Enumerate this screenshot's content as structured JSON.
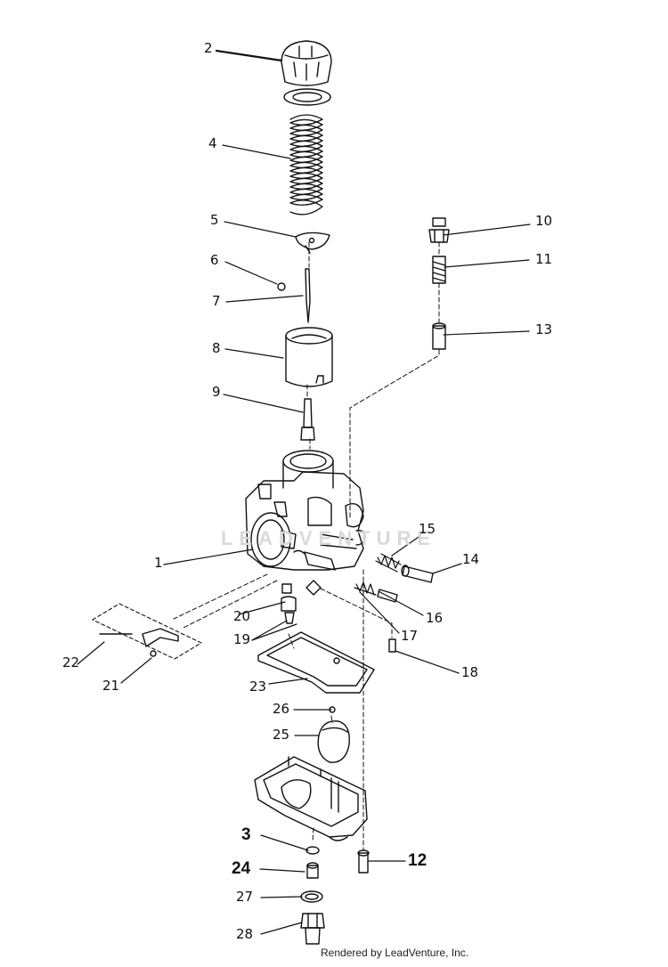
{
  "diagram": {
    "watermark": "LEADVENTURE",
    "footer": "Rendered by LeadVenture, Inc.",
    "callouts": [
      {
        "id": "c2",
        "label": "2"
      },
      {
        "id": "c4",
        "label": "4"
      },
      {
        "id": "c5",
        "label": "5"
      },
      {
        "id": "c6",
        "label": "6"
      },
      {
        "id": "c7",
        "label": "7"
      },
      {
        "id": "c8",
        "label": "8"
      },
      {
        "id": "c9",
        "label": "9"
      },
      {
        "id": "c10",
        "label": "10"
      },
      {
        "id": "c11",
        "label": "11"
      },
      {
        "id": "c13",
        "label": "13"
      },
      {
        "id": "c1",
        "label": "1"
      },
      {
        "id": "c15",
        "label": "15"
      },
      {
        "id": "c14",
        "label": "14"
      },
      {
        "id": "c16",
        "label": "16"
      },
      {
        "id": "c17",
        "label": "17"
      },
      {
        "id": "c20",
        "label": "20"
      },
      {
        "id": "c19",
        "label": "19"
      },
      {
        "id": "c22",
        "label": "22"
      },
      {
        "id": "c21",
        "label": "21"
      },
      {
        "id": "c18",
        "label": "18"
      },
      {
        "id": "c23",
        "label": "23"
      },
      {
        "id": "c26",
        "label": "26"
      },
      {
        "id": "c25",
        "label": "25"
      },
      {
        "id": "c3",
        "label": "3"
      },
      {
        "id": "c12",
        "label": "12"
      },
      {
        "id": "c24",
        "label": "24"
      },
      {
        "id": "c27",
        "label": "27"
      },
      {
        "id": "c28",
        "label": "28"
      }
    ]
  }
}
